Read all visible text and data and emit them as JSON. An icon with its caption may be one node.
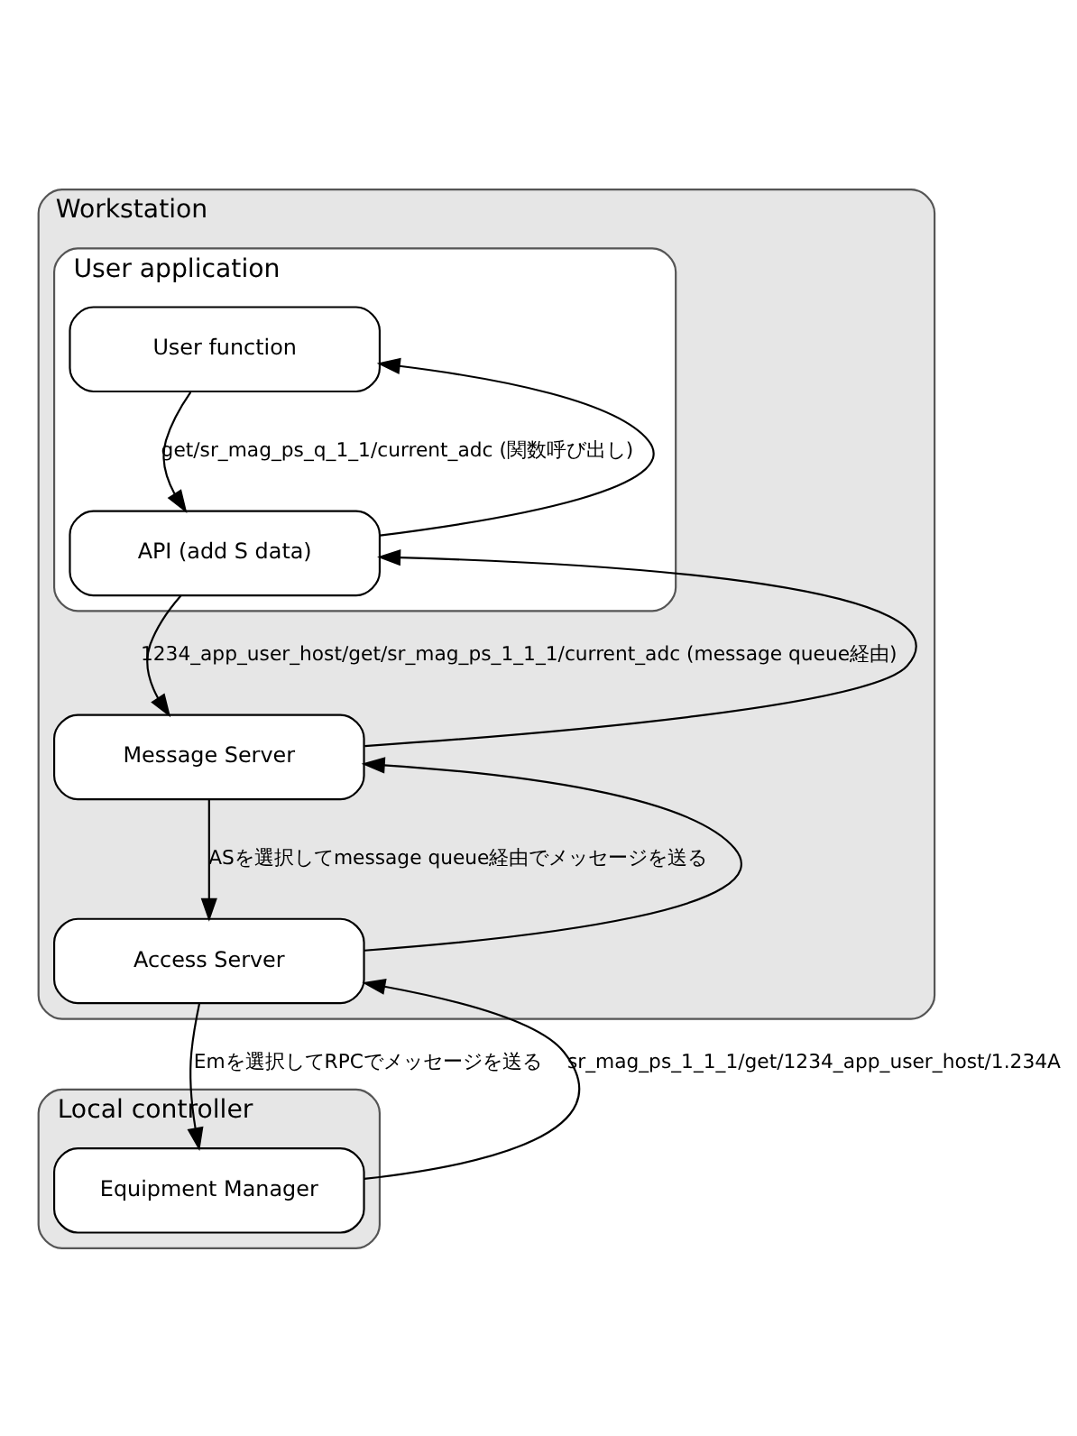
{
  "diagram": {
    "nodes": [
      {
        "text": [
          "Workstation"
        ]
      },
      {
        "text": [
          "User application"
        ],
        "in": 0
      },
      {
        "text": [
          "User function"
        ],
        "in": 1
      },
      {
        "text": [
          "API (add S data)"
        ],
        "in": 1
      },
      {
        "text": [
          "Message Server"
        ],
        "in": 0
      },
      {
        "text": [
          "Access Server"
        ],
        "in": 0
      },
      {
        "text": [
          "Local controller"
        ]
      },
      {
        "text": [
          "Equipment Manager"
        ],
        "in": 6
      }
    ],
    "edges": [
      {
        "from": 2,
        "to": 3,
        "arrow": "to",
        "label": "get/sr_mag_ps_q_1_1/current_adc (関数呼び出し)"
      },
      {
        "from": 3,
        "to": 4,
        "arrow": "to",
        "label": "1234_app_user_host/get/sr_mag_ps_1_1_1/current_adc (message queue経由)"
      },
      {
        "from": 4,
        "to": 5,
        "arrow": "to",
        "label": "ASを選択してmessage queue経由でメッセージを送る"
      },
      {
        "from": 5,
        "to": 7,
        "arrow": "to",
        "label": "Emを選択してRPCでメッセージを送る"
      },
      {
        "from": 7,
        "to": 5,
        "arrow": "to",
        "label": "sr_mag_ps_1_1_1/get/1234_app_user_host/1.234A"
      },
      {
        "from": 5,
        "to": 4,
        "arrow": "to"
      },
      {
        "from": 4,
        "to": 3,
        "arrow": "to"
      },
      {
        "from": 3,
        "to": 2,
        "arrow": "to"
      }
    ]
  }
}
